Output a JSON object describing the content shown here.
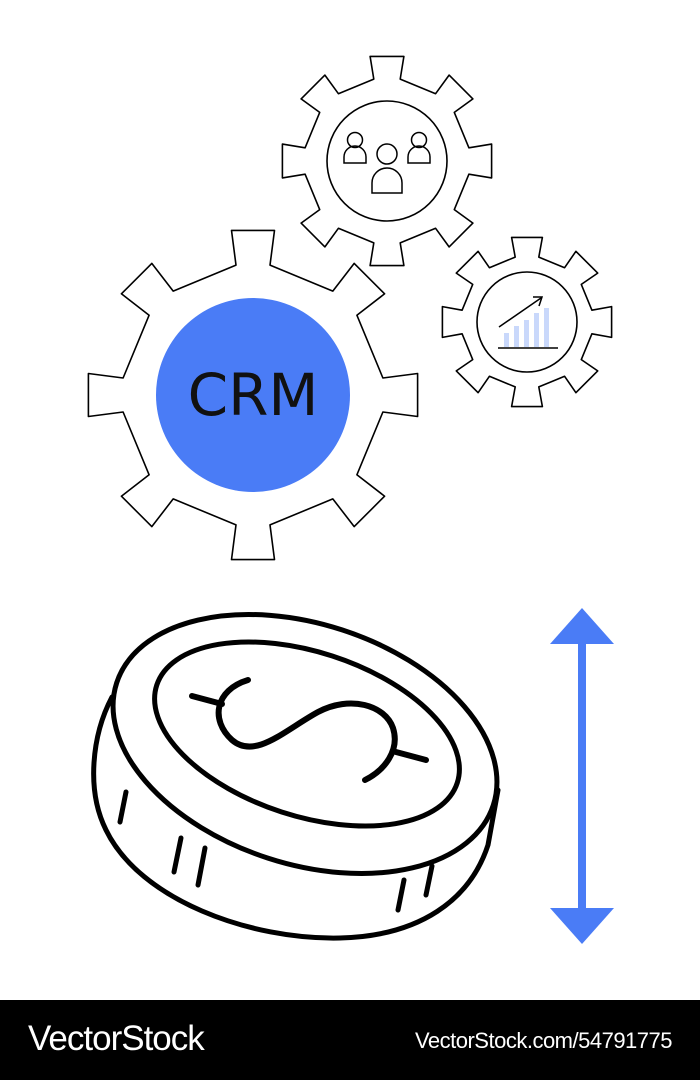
{
  "illustration": {
    "crm_label": "CRM",
    "icons": {
      "large_gear": "gear-icon",
      "people_gear": "team-gear-icon",
      "growth_gear": "growth-chart-gear-icon",
      "coin": "dollar-coin-icon",
      "arrow": "double-arrow-vertical-icon"
    },
    "colors": {
      "accent": "#4a7cf6",
      "accent_light": "#c9d8fb",
      "stroke": "#000000",
      "background": "#ffffff"
    }
  },
  "watermark": {
    "brand": "VectorStock",
    "id_text": "VectorStock.com/54791775"
  }
}
